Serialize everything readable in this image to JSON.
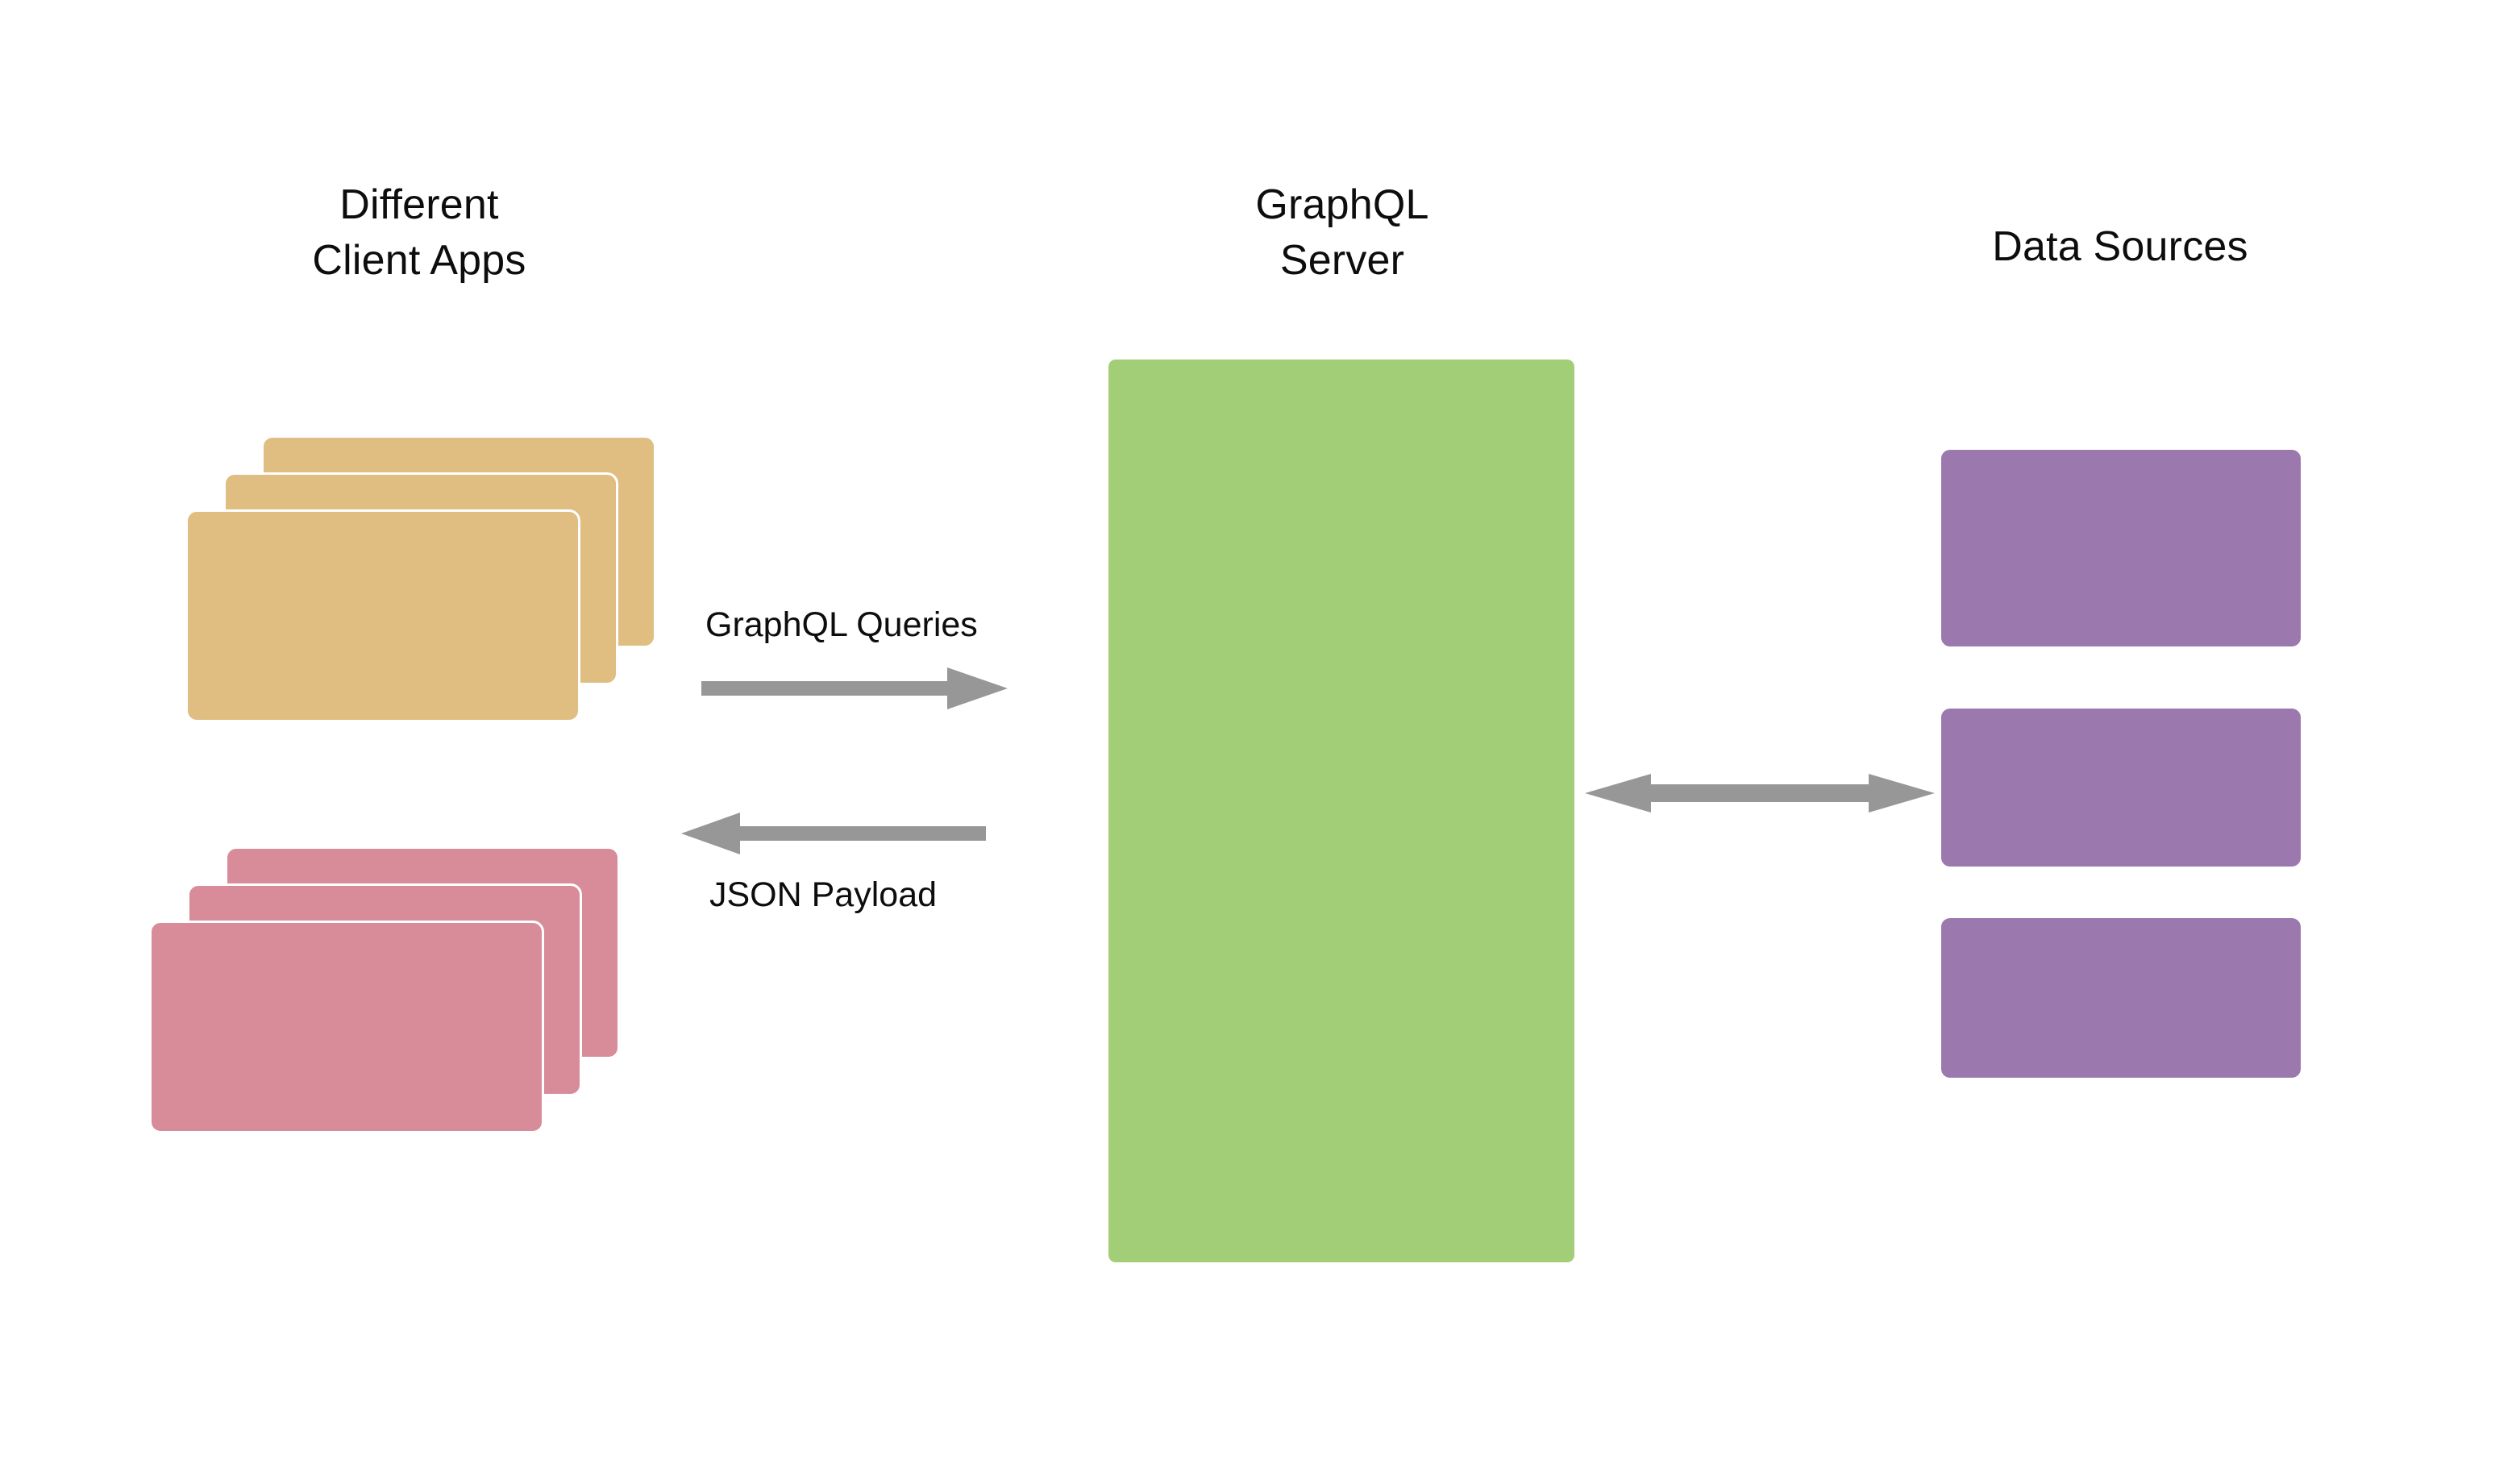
{
  "diagram": {
    "title_visible": false,
    "background_color": "#ffffff",
    "headings": {
      "clients": "Different\nClient Apps",
      "server": "GraphQL\nServer",
      "sources": "Data Sources"
    },
    "colors": {
      "client_query_card": "#E0BD81",
      "client_payload_card": "#D88C9A",
      "server_box": "#A2CE77",
      "data_source_box": "#9B78AE",
      "arrow": "#979797",
      "card_border": "#ffffff",
      "text": "#0d0d0d"
    },
    "client_stacks": [
      {
        "name": "query-client-apps",
        "color": "#E0BD81",
        "card_count": 3
      },
      {
        "name": "payload-client-apps",
        "color": "#D88C9A",
        "card_count": 3
      }
    ],
    "server": {
      "label": "GraphQL\nServer",
      "color": "#A2CE77"
    },
    "data_sources": [
      {
        "name": "data-source-1",
        "color": "#9B78AE"
      },
      {
        "name": "data-source-2",
        "color": "#9B78AE"
      },
      {
        "name": "data-source-3",
        "color": "#9B78AE"
      }
    ],
    "arrows": [
      {
        "id": "graphql-queries",
        "label": "GraphQL Queries",
        "direction": "right",
        "color": "#979797",
        "from": "Different Client Apps",
        "to": "GraphQL Server"
      },
      {
        "id": "json-payload",
        "label": "JSON Payload",
        "direction": "left",
        "color": "#979797",
        "from": "GraphQL Server",
        "to": "Different Client Apps"
      },
      {
        "id": "server-data-sources",
        "label": "",
        "direction": "both",
        "color": "#979797",
        "from": "GraphQL Server",
        "to": "Data Sources"
      }
    ]
  }
}
